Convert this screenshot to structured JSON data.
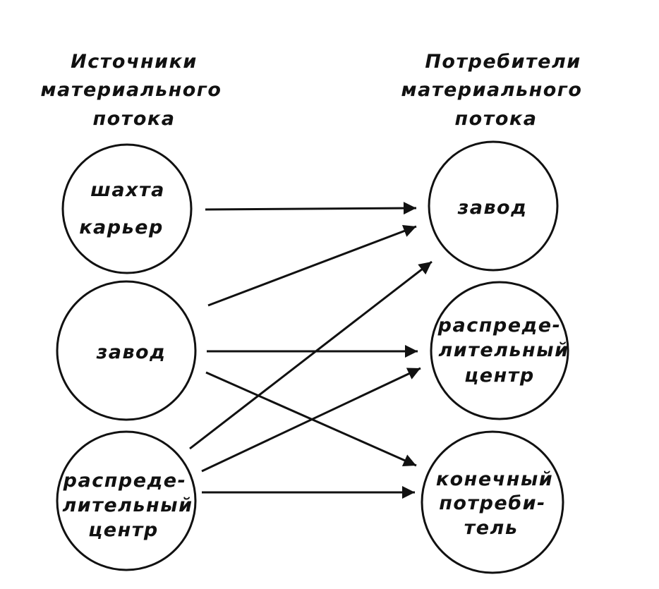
{
  "headers": {
    "sources": [
      "Источники",
      "материального",
      "потока"
    ],
    "consumers": [
      "Потребители",
      "материального",
      "потока"
    ]
  },
  "sources": [
    {
      "id": "mine",
      "lines": [
        "шахта",
        "карьер"
      ]
    },
    {
      "id": "plant",
      "lines": [
        "завод"
      ]
    },
    {
      "id": "distribution",
      "lines": [
        "распреде-",
        "лительный",
        "центр"
      ]
    }
  ],
  "consumers": [
    {
      "id": "plant",
      "lines": [
        "завод"
      ]
    },
    {
      "id": "distribution",
      "lines": [
        "распреде-",
        "лительный",
        "центр"
      ]
    },
    {
      "id": "end-consumer",
      "lines": [
        "конечный",
        "потреби-",
        "тель"
      ]
    }
  ],
  "flows": [
    {
      "from": "mine",
      "to": "plant"
    },
    {
      "from": "plant",
      "to": "plant"
    },
    {
      "from": "plant",
      "to": "distribution"
    },
    {
      "from": "plant",
      "to": "end-consumer"
    },
    {
      "from": "distribution",
      "to": "plant"
    },
    {
      "from": "distribution",
      "to": "distribution"
    },
    {
      "from": "distribution",
      "to": "end-consumer"
    }
  ],
  "colors": {
    "ink": "#111111",
    "background": "#ffffff"
  }
}
